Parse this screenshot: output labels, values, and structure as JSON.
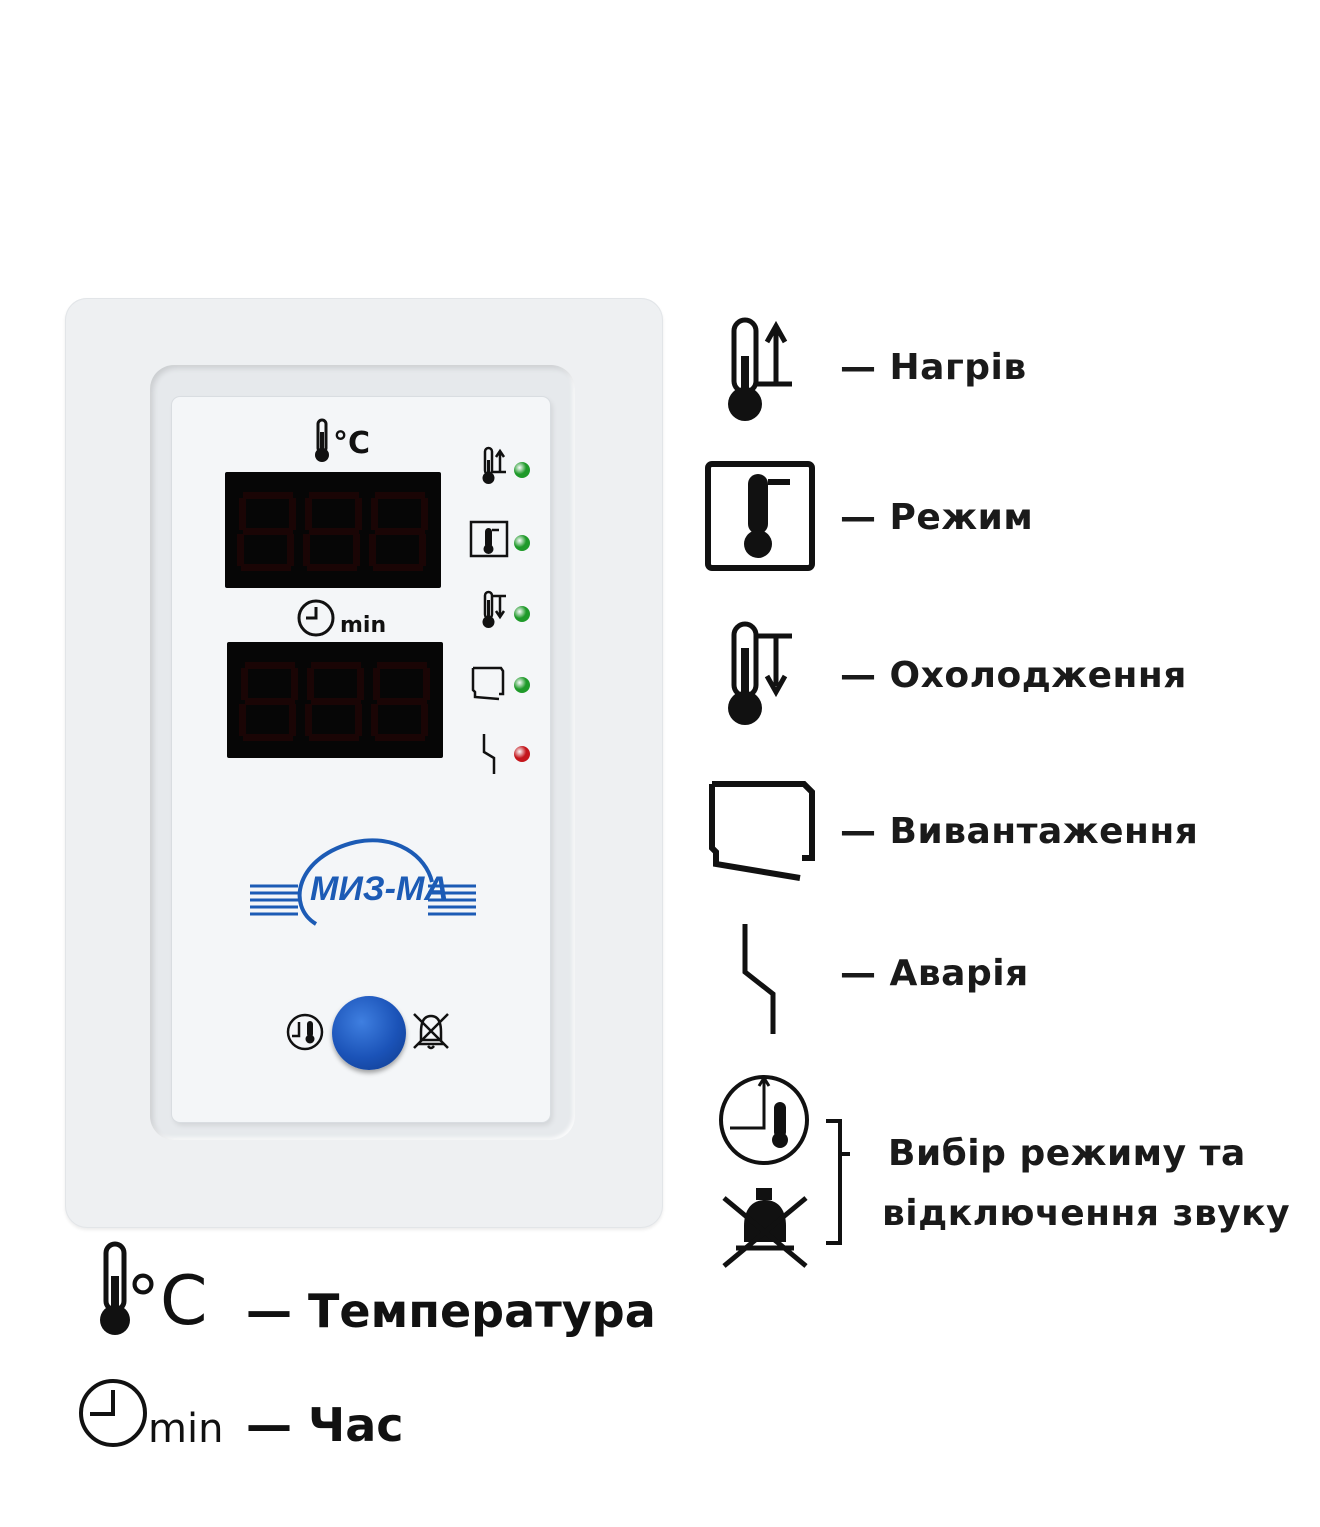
{
  "panel": {
    "temp_unit": "°C",
    "time_unit": "min",
    "brand": "МИЗ-МА",
    "displays": [
      "temperature-display",
      "time-display"
    ],
    "leds": [
      {
        "name": "heating",
        "color": "#1f9a2a"
      },
      {
        "name": "mode",
        "color": "#1f9a2a"
      },
      {
        "name": "cooling",
        "color": "#1f9a2a"
      },
      {
        "name": "unloading",
        "color": "#1f9a2a"
      },
      {
        "name": "alarm",
        "color": "#c4161c"
      }
    ],
    "button_color": "#1b53b8"
  },
  "legend": {
    "heating": "— Нагрів",
    "mode": "— Режим",
    "cooling": "— Охолодження",
    "unloading": "— Вивантаження",
    "alarm": "— Аварія",
    "select_line1": "Вибір режиму та",
    "select_line2": "відключення звуку",
    "temperature": "— Температура",
    "time": "— Час",
    "temp_unit_big": "°C",
    "time_unit_big": "min"
  }
}
